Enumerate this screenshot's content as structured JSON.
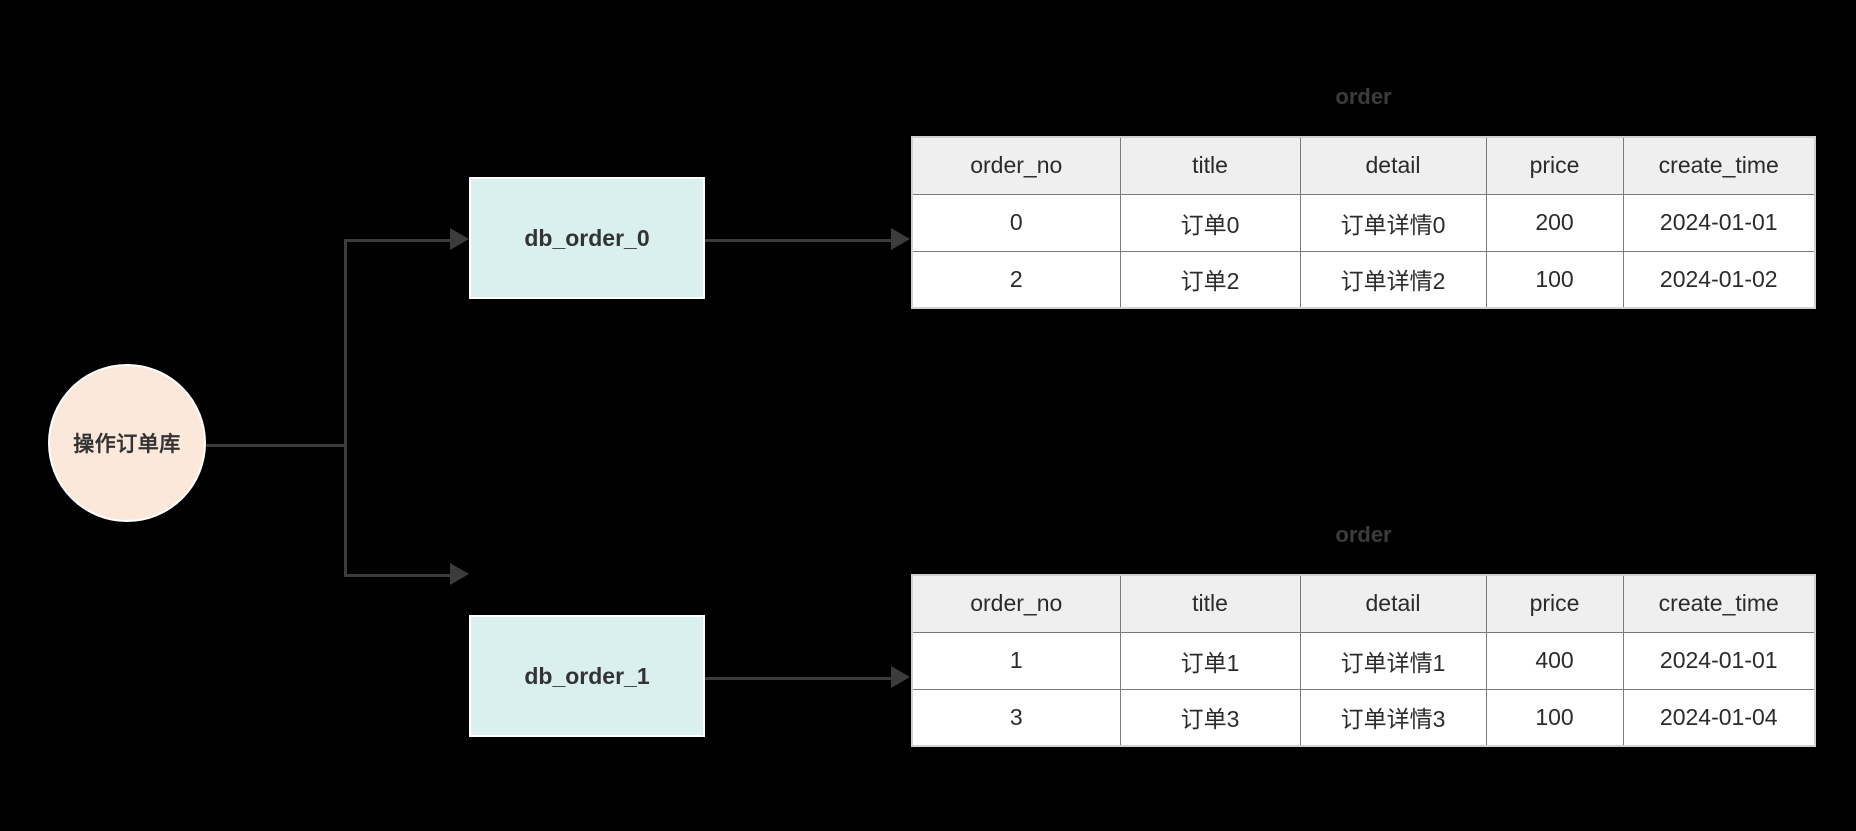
{
  "diagram": {
    "type": "database-sharding-flow",
    "start_node": {
      "label": "操作订单库"
    },
    "shards": [
      {
        "id": "db_order_0",
        "label": "db_order_0"
      },
      {
        "id": "db_order_1",
        "label": "db_order_1"
      }
    ],
    "tables": [
      {
        "title": "order",
        "columns": [
          "order_no",
          "title",
          "detail",
          "price",
          "create_time"
        ],
        "rows": [
          [
            "0",
            "订单0",
            "订单详情0",
            "200",
            "2024-01-01"
          ],
          [
            "2",
            "订单2",
            "订单详情2",
            "100",
            "2024-01-02"
          ]
        ]
      },
      {
        "title": "order",
        "columns": [
          "order_no",
          "title",
          "detail",
          "price",
          "create_time"
        ],
        "rows": [
          [
            "1",
            "订单1",
            "订单详情1",
            "400",
            "2024-01-01"
          ],
          [
            "3",
            "订单3",
            "订单详情3",
            "100",
            "2024-01-04"
          ]
        ]
      }
    ],
    "colors": {
      "background": "#000000",
      "start_node_fill": "#fbe8da",
      "shard_fill": "#daf0ef",
      "edge": "#3c3c3c",
      "table_header_fill": "#efefef",
      "table_cell_fill": "#ffffff",
      "text": "#333333"
    }
  }
}
